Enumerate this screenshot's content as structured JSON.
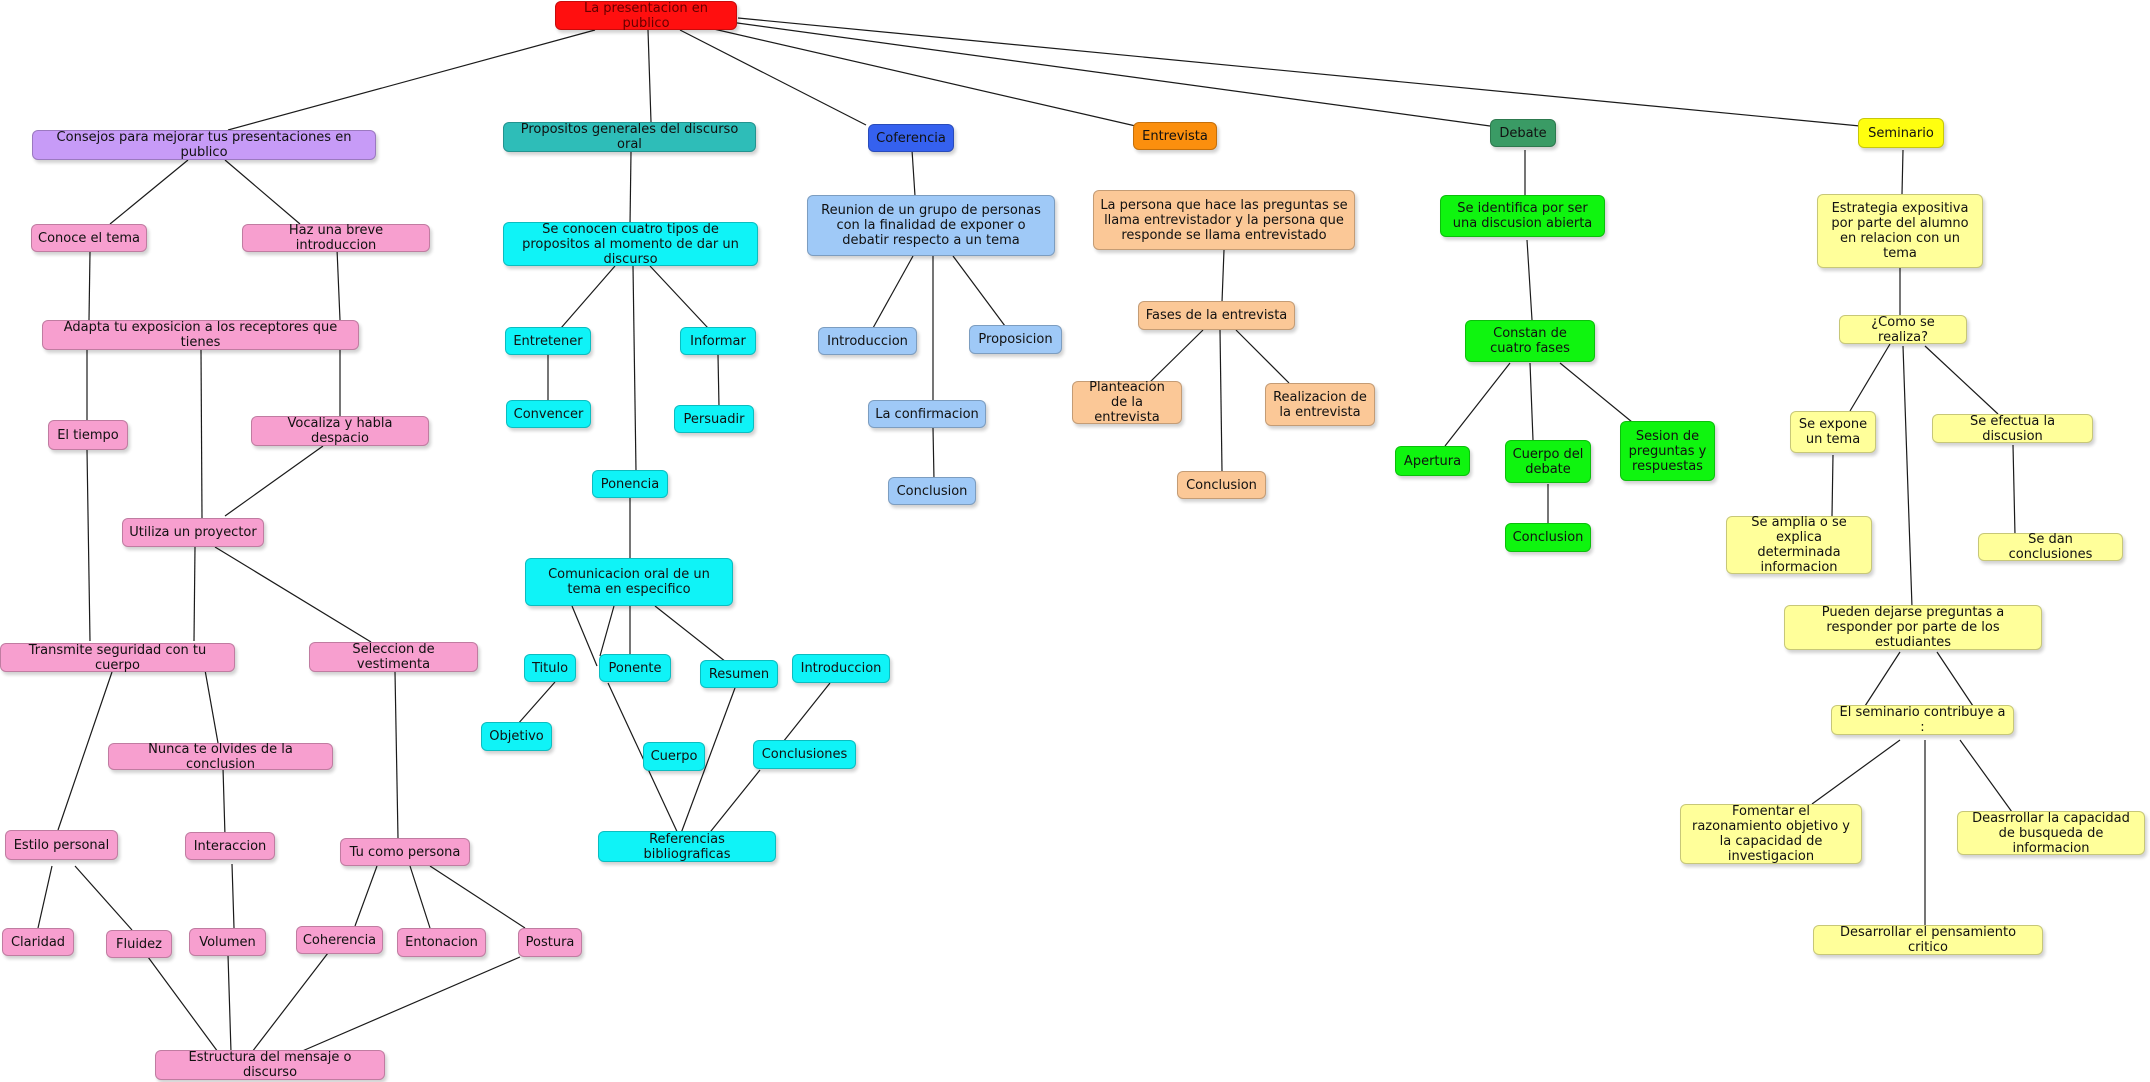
{
  "colors": {
    "root": "#ff0f0f",
    "purple": "#c79bf7",
    "teal": "#2ebdb8",
    "blue": "#3561ef",
    "orange": "#fb8f0e",
    "darkgreen": "#3a9b65",
    "yellow": "#ffff0f",
    "pink": "#f79fcf",
    "cyan": "#0ff3f7",
    "lightblue": "#9fc9f7",
    "peach": "#fbc897",
    "green": "#0ff50f",
    "lightyellow": "#ffff9a"
  },
  "nodes": {
    "root": "La presentacion en publico",
    "consejos": "Consejos para mejorar tus presentaciones en publico",
    "propositos": "Propositos generales del discurso oral",
    "coferencia": "Coferencia",
    "entrevista": "Entrevista",
    "debate": "Debate",
    "seminario": "Seminario",
    "conoce": "Conoce el tema",
    "haz_intro": "Haz una breve introduccion",
    "adapta": "Adapta tu exposicion a los receptores que tienes",
    "tiempo": "El tiempo",
    "vocaliza": "Vocaliza y habla despacio",
    "proyector": "Utiliza un proyector",
    "transmite": "Transmite seguridad con tu cuerpo",
    "vestimenta": "Seleccion de vestimenta",
    "nunca": "Nunca te olvides de la conclusion",
    "estilo": "Estilo personal",
    "interaccion": "Interaccion",
    "tu_persona": "Tu como persona",
    "claridad": "Claridad",
    "fluidez": "Fluidez",
    "volumen": "Volumen",
    "coherencia": "Coherencia",
    "entonacion": "Entonacion",
    "postura": "Postura",
    "estructura": "Estructura del mensaje o discurso",
    "cuatro_tipos": "Se conocen cuatro tipos de propositos al momento de dar un discurso",
    "entretener": "Entretener",
    "informar": "Informar",
    "convencer": "Convencer",
    "persuadir": "Persuadir",
    "ponencia": "Ponencia",
    "comunicacion": "Comunicacion oral de un tema en especifico",
    "titulo": "Titulo",
    "ponente": "Ponente",
    "resumen": "Resumen",
    "objetivo": "Objetivo",
    "cuerpo": "Cuerpo",
    "introduccion_p": "Introduccion",
    "conclusiones": "Conclusiones",
    "referencias": "Referencias bibliograficas",
    "reunion": "Reunion de un grupo de personas con la finalidad de exponer o debatir respecto a un tema",
    "introduccion_c": "Introduccion",
    "proposicion": "Proposicion",
    "confirmacion": "La confirmacion",
    "conclusion_c": "Conclusion",
    "persona_preguntas": "La persona que hace las preguntas se llama entrevistador y la persona que responde se llama entrevistado",
    "fases": "Fases de la entrevista",
    "planteacion": "Planteacion de la entrevista",
    "realizacion": "Realizacion de la entrevista",
    "conclusion_e": "Conclusion",
    "identifica": "Se identifica por ser una discusion abierta",
    "constan": "Constan de cuatro fases",
    "apertura": "Apertura",
    "cuerpo_debate": "Cuerpo del debate",
    "sesion": "Sesion de preguntas y respuestas",
    "conclusion_d": "Conclusion",
    "estrategia": "Estrategia expositiva por parte del alumno en relacion con un tema",
    "como": "¿Como se realiza?",
    "expone": "Se expone un tema",
    "efectua": "Se efectua la discusion",
    "amplia": "Se amplia o se explica determinada informacion",
    "dan_conclusiones": "Se dan conclusiones",
    "pueden": "Pueden dejarse preguntas a responder por parte de los estudiantes",
    "contribuye": "El seminario contribuye a :",
    "fomentar": "Fomentar el razonamiento objetivo y la capacidad de investigacion",
    "desarrollar_cap": "Deasrrollar la capacidad de busqueda de informacion",
    "pensamiento": "Desarrollar el pensamiento critico"
  }
}
